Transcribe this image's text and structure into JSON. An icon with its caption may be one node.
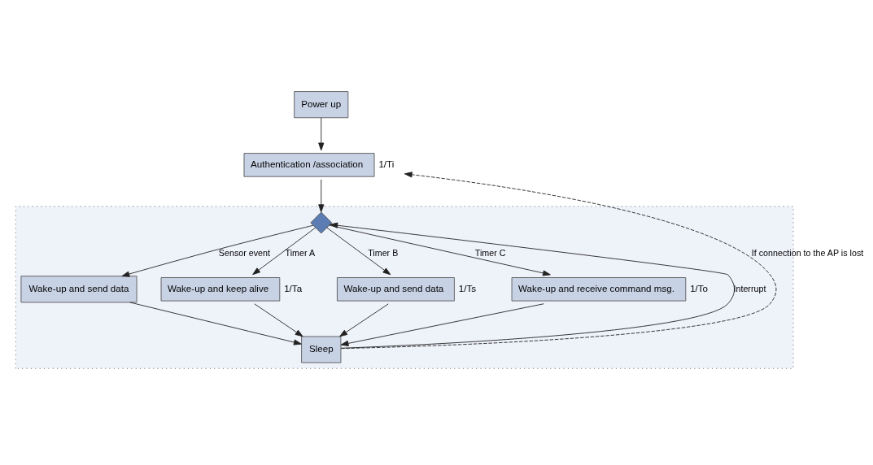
{
  "diagram": {
    "nodes": [
      {
        "text": [
          "Power up"
        ]
      },
      {
        "text": [
          "Authentication /association"
        ],
        "beside": [
          "1/Ti"
        ]
      },
      {
        "text": [],
        "shape": "box"
      },
      {
        "text": [],
        "shape": "diamond",
        "in": 2
      },
      {
        "text": [
          "Wake-up and send data"
        ],
        "in": 2
      },
      {
        "text": [
          "Wake-up and keep alive"
        ],
        "in": 2,
        "beside": [
          "1/Ta"
        ]
      },
      {
        "text": [
          "Wake-up and send data"
        ],
        "in": 2,
        "beside": [
          "1/Ts"
        ]
      },
      {
        "text": [
          "Wake-up and receive command msg."
        ],
        "in": 2,
        "beside": [
          "1/To"
        ]
      },
      {
        "text": [
          "Sleep"
        ],
        "in": 2
      }
    ],
    "edges": [
      {
        "from": 0,
        "to": 1,
        "arrow": "to"
      },
      {
        "from": 1,
        "to": 3,
        "arrow": "to"
      },
      {
        "from": 3,
        "to": 4,
        "arrow": "to",
        "label": "Sensor event"
      },
      {
        "from": 3,
        "to": 5,
        "arrow": "to",
        "label": "Timer A"
      },
      {
        "from": 3,
        "to": 6,
        "arrow": "to",
        "label": "Timer B"
      },
      {
        "from": 3,
        "to": 7,
        "arrow": "to",
        "label": "Timer C"
      },
      {
        "from": 4,
        "to": 8,
        "arrow": "to"
      },
      {
        "from": 5,
        "to": 8,
        "arrow": "to"
      },
      {
        "from": 6,
        "to": 8,
        "arrow": "to"
      },
      {
        "from": 7,
        "to": 8,
        "arrow": "to"
      },
      {
        "from": 8,
        "to": 3,
        "arrow": "to",
        "label": "Interrupt"
      },
      {
        "from": 8,
        "to": 1,
        "arrow": "to",
        "style": "dashed",
        "label": "If connection to the AP is lost"
      }
    ]
  }
}
